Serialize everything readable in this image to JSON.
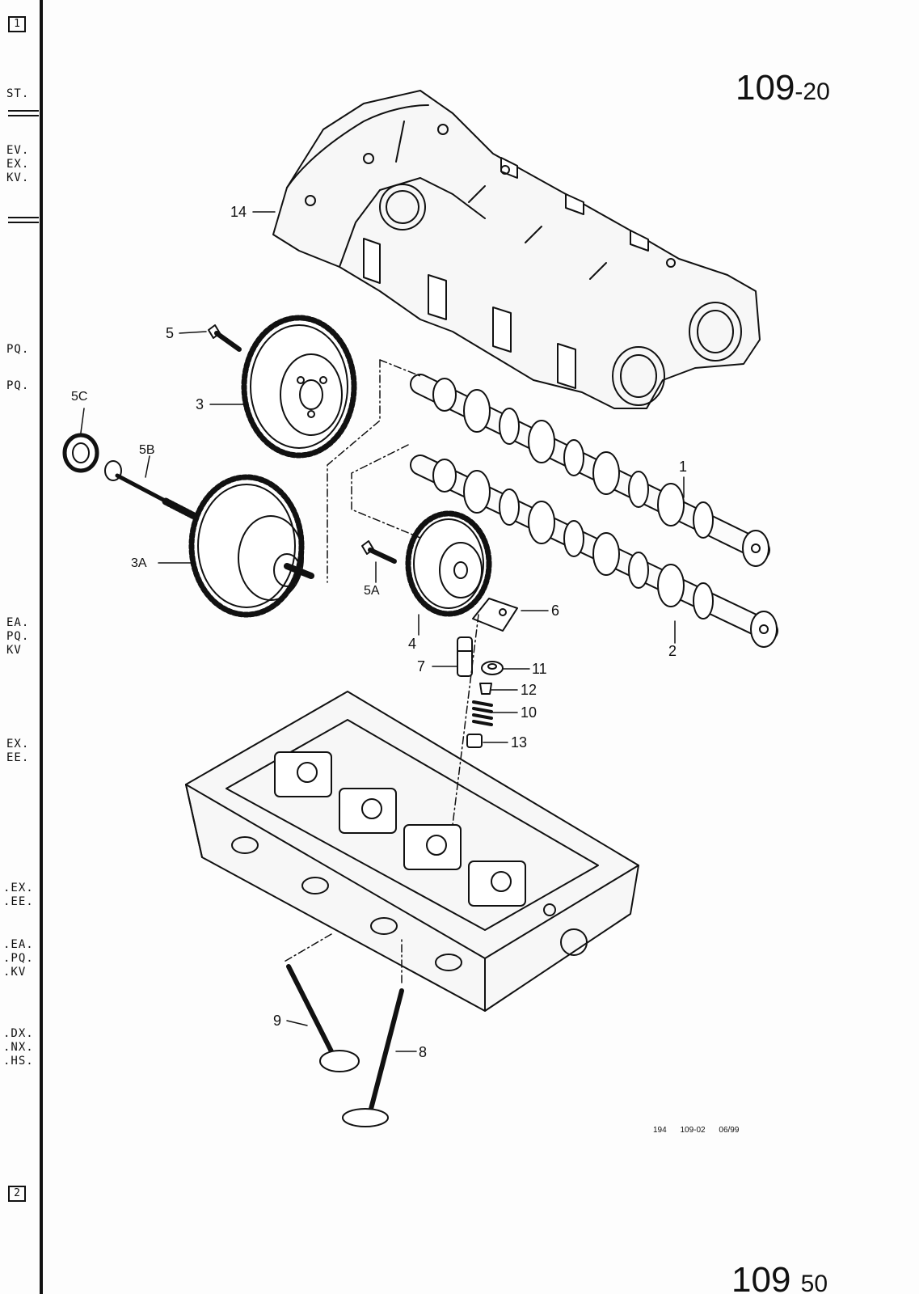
{
  "page_number": {
    "main": "109",
    "suffix": "-20"
  },
  "bottom_page_number": {
    "main": "109",
    "suffix": "50"
  },
  "page_boxes": {
    "top": "1",
    "bottom": "2"
  },
  "margin_codes": [
    "ST.",
    "EV.\nEX.\nKV.",
    "PQ.",
    "PQ.",
    "EA.\nPQ.\nKV",
    "EX.\nEE.",
    ".EX.\n.EE.",
    ".EA.\n.PQ.\n.KV",
    ".DX.\n.NX.\n.HS."
  ],
  "callouts": [
    "14",
    "5",
    "3",
    "5C",
    "5B",
    "3A",
    "5A",
    "4",
    "6",
    "7",
    "11",
    "12",
    "10",
    "13",
    "1",
    "2",
    "9",
    "8"
  ],
  "footer_ref": "194 109-02 06/99",
  "parts": {
    "cylinder_head_cover": "cylinder-head-cover",
    "camshaft_1": "camshaft",
    "camshaft_2": "camshaft",
    "camshaft_sprocket": "sprocket",
    "cylinder_head": "cylinder-head"
  }
}
